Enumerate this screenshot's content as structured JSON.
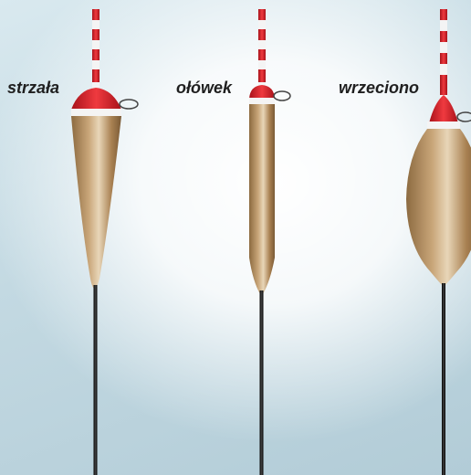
{
  "floats": [
    {
      "label": "strzała"
    },
    {
      "label": "ołówek"
    },
    {
      "label": "wrzeciono"
    }
  ],
  "colors": {
    "tip_red": "#d8222a",
    "tip_white": "#f4f4f4",
    "body": "#b08a5c",
    "stem": "#1a1a1a",
    "background": "#c7dbe3"
  }
}
